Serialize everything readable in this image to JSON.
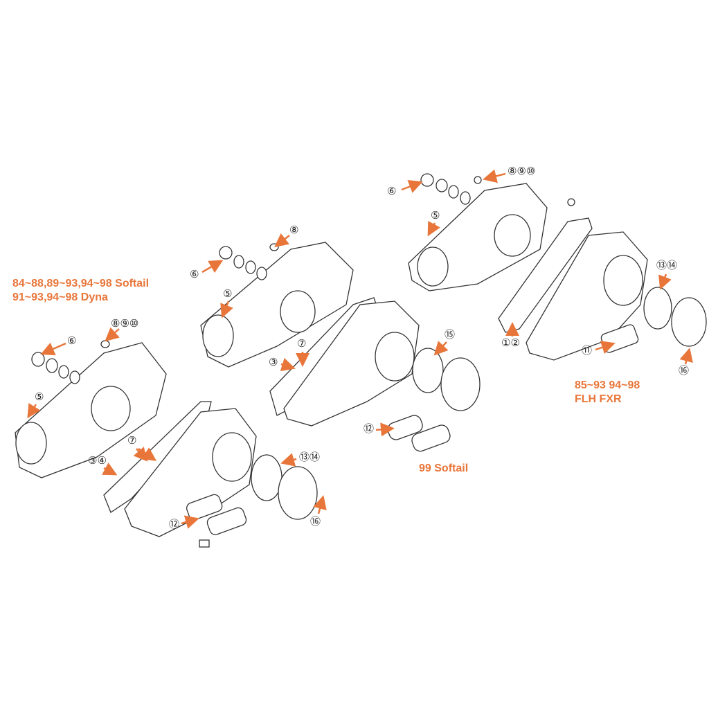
{
  "labels": {
    "group_left": [
      "84~88,89~93,94~98 Softail",
      "91~93,94~98 Dyna"
    ],
    "group_middle": [
      "99 Softail"
    ],
    "group_right": [
      "85~93 94~98",
      "FLH FXR"
    ]
  },
  "callouts": {
    "left": {
      "c6": "⑥",
      "c8910": "⑧⑨⑩",
      "c5": "⑤",
      "c7": "⑦",
      "c34": "③④",
      "c1314": "⑬⑭",
      "c12": "⑫",
      "c16": "⑯"
    },
    "middle": {
      "c8": "⑧",
      "c6": "⑥",
      "c5": "⑤",
      "c7": "⑦",
      "c3": "③",
      "c15": "⑮",
      "c12": "⑫"
    },
    "right": {
      "c8910": "⑧⑨⑩",
      "c6": "⑥",
      "c5": "⑤",
      "c12": "①②",
      "c1314": "⑬⑭",
      "c11": "⑪",
      "c16": "⑯"
    }
  },
  "colors": {
    "accent": "#e8763a",
    "line": "#333333"
  }
}
